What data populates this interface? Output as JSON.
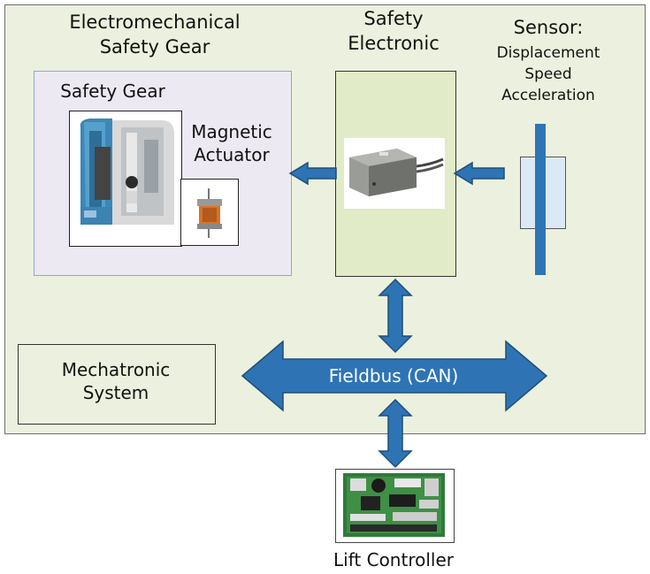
{
  "outer_title": [
    "Electromechanical",
    "Safety Gear"
  ],
  "safety_electronic": [
    "Safety",
    "Electronic"
  ],
  "sensor": {
    "title": "Sensor:",
    "lines": [
      "Displacement",
      "Speed",
      "Acceleration"
    ]
  },
  "safety_gear_label": "Safety Gear",
  "magnetic_actuator": [
    "Magnetic",
    "Actuator"
  ],
  "mechatronic": [
    "Mechatronic",
    "System"
  ],
  "fieldbus_label": "Fieldbus (CAN)",
  "lift_controller": "Lift Controller",
  "colors": {
    "outer_fill": "#ebf1de",
    "safety_gear_fill": "#ede9f3",
    "safety_electronic_fill": "#e2ebc8",
    "arrow_fill": "#2e74b5",
    "arrow_stroke": "#1f4e79",
    "sensor_bar": "#2e75b6",
    "sensor_box": "#dbe9f5"
  }
}
